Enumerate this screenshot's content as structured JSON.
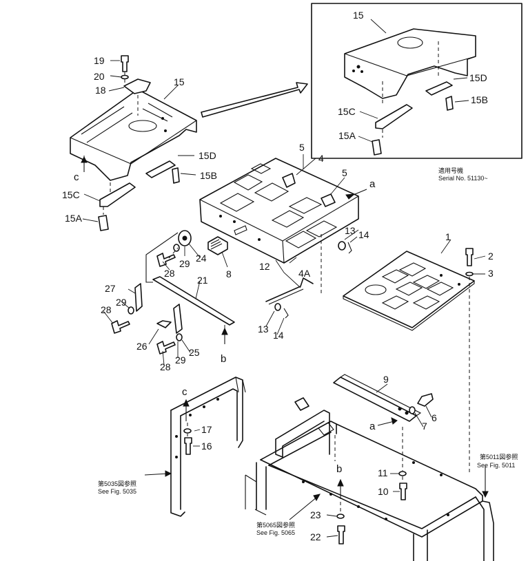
{
  "callouts": {
    "p1": "1",
    "p2": "2",
    "p3": "3",
    "p4": "4",
    "p4a": "4A",
    "p5a": "5",
    "p5b": "5",
    "p6": "6",
    "p7": "7",
    "p8": "8",
    "p9": "9",
    "p10": "10",
    "p11": "11",
    "p12": "12",
    "p13a": "13",
    "p13b": "13",
    "p14a": "14",
    "p14b": "14",
    "p15": "15",
    "p15a": "15A",
    "p15b": "15B",
    "p15c": "15C",
    "p15d": "15D",
    "p16": "16",
    "p17": "17",
    "p18": "18",
    "p19": "19",
    "p20": "20",
    "p21": "21",
    "p22": "22",
    "p23": "23",
    "p24": "24",
    "p25": "25",
    "p26": "26",
    "p27": "27",
    "p28a": "28",
    "p28b": "28",
    "p28c": "28",
    "p29a": "29",
    "p29b": "29",
    "p29c": "29"
  },
  "inset": {
    "p15": "15",
    "p15a": "15A",
    "p15b": "15B",
    "p15c": "15C",
    "p15d": "15D",
    "serial_jp": "適用号機",
    "serial_en": "Serial No. 51130~"
  },
  "refs": {
    "a_top": "a",
    "a_bottom": "a",
    "b_top": "b",
    "b_bottom": "b",
    "c_top": "c",
    "c_bottom": "c"
  },
  "see_figs": {
    "fig5035_jp": "第5035図参照",
    "fig5035_en": "See Fig. 5035",
    "fig5065_jp": "第5065図参照",
    "fig5065_en": "See Fig. 5065",
    "fig5011_jp": "第5011図参照",
    "fig5011_en": "See Fig. 5011"
  }
}
